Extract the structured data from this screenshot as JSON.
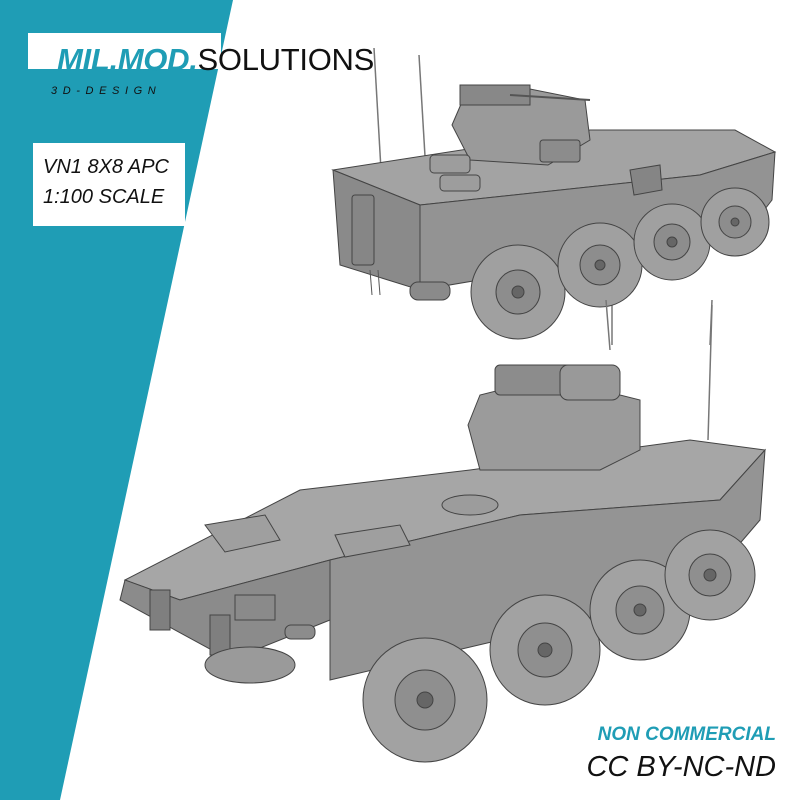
{
  "brand": {
    "name_bold": "MIL.MOD.",
    "name_thin": "SOLUTIONS",
    "tagline": "3D-DESIGN",
    "accent_color": "#1f9db5"
  },
  "product": {
    "title_line1": "VN1 8X8 APC",
    "title_line2": "1:100 SCALE"
  },
  "license": {
    "usage": "NON COMMERCIAL",
    "code": "CC BY-NC-ND"
  },
  "illustrations": [
    {
      "name": "vehicle-rear-view",
      "description": "VN1 8x8 armored personnel carrier, rear three-quarter view"
    },
    {
      "name": "vehicle-front-view",
      "description": "VN1 8x8 armored personnel carrier, front three-quarter view"
    }
  ]
}
